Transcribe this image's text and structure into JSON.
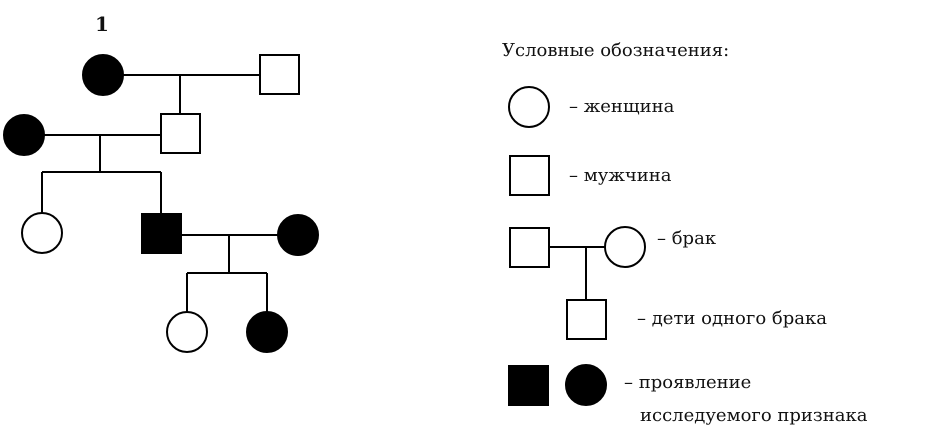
{
  "diagram": {
    "number": "1",
    "legend": {
      "title": "Условные обозначения:",
      "woman": "– женщина",
      "man": "– мужчина",
      "marriage": "– брак",
      "children": "– дети одного брака",
      "trait_line1": "– проявление",
      "trait_line2": "исследуемого признака"
    },
    "colors": {
      "affected": "#000000",
      "unaffected": "#ffffff",
      "stroke": "#000000"
    }
  }
}
